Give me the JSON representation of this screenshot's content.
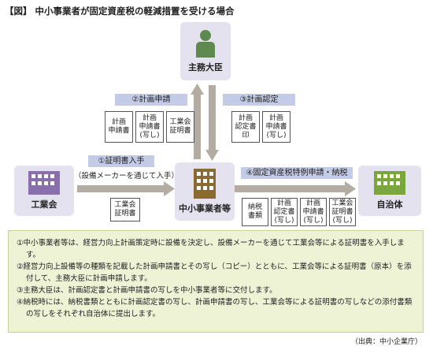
{
  "title": "【図】 中小事業者が固定資産税の軽減措置を受ける場合",
  "actors": {
    "minister": "主務大臣",
    "association": "工業会",
    "smb": "中小事業者等",
    "municipality": "自治体"
  },
  "steps": {
    "s1": "①証明書入手",
    "s1_note": "（設備メーカーを通じて入手）",
    "s2": "②計画申請",
    "s3": "③計画認定",
    "s4": "④固定資産税特例申請・納税"
  },
  "docs": {
    "d2a": "計画\n申請書",
    "d2b": "計画\n申請書\n(写し)",
    "d2c": "工業会\n証明書",
    "d3a": "計画\n認定書\n印",
    "d3b": "計画\n申請書\n(写し)",
    "d1": "工業会\n証明書",
    "d4a": "納税\n書類",
    "d4b": "計画\n認定書\n(写し)",
    "d4c": "計画\n申請書\n(写し)",
    "d4d": "工業会\n証明書\n(写し)"
  },
  "notes": [
    "①中小事業者等は、経営力向上計画策定時に設備を決定し、設備メーカーを通じて工業会等による証明書を入手します。",
    "②経営力向上設備等の種類を記載した計画申請書とその写し（コピー）とともに、工業会等による証明書（原本）を添付して、主務大臣に計画申請します。",
    "③主務大臣は、計画認定書と計画申請書の写しを中小事業者等に交付します。",
    "④納税時には、納税書類とともに計画認定書の写し、計画申請書の写し、工業会等による証明書の写しなどの添付書類の写しをそれぞれ自治体に提出します。"
  ],
  "source": "（出典：中小企業庁）",
  "colors": {
    "actor_bg": "#e4e2ef",
    "step_bg": "#c3cbe6",
    "arrow": "#b3aca3",
    "building_purple": "#8a6fae",
    "building_brown": "#8a6a2e",
    "building_green": "#7ba63c",
    "person": "#5f8a4f",
    "notes_bg": "#eef3d6"
  }
}
